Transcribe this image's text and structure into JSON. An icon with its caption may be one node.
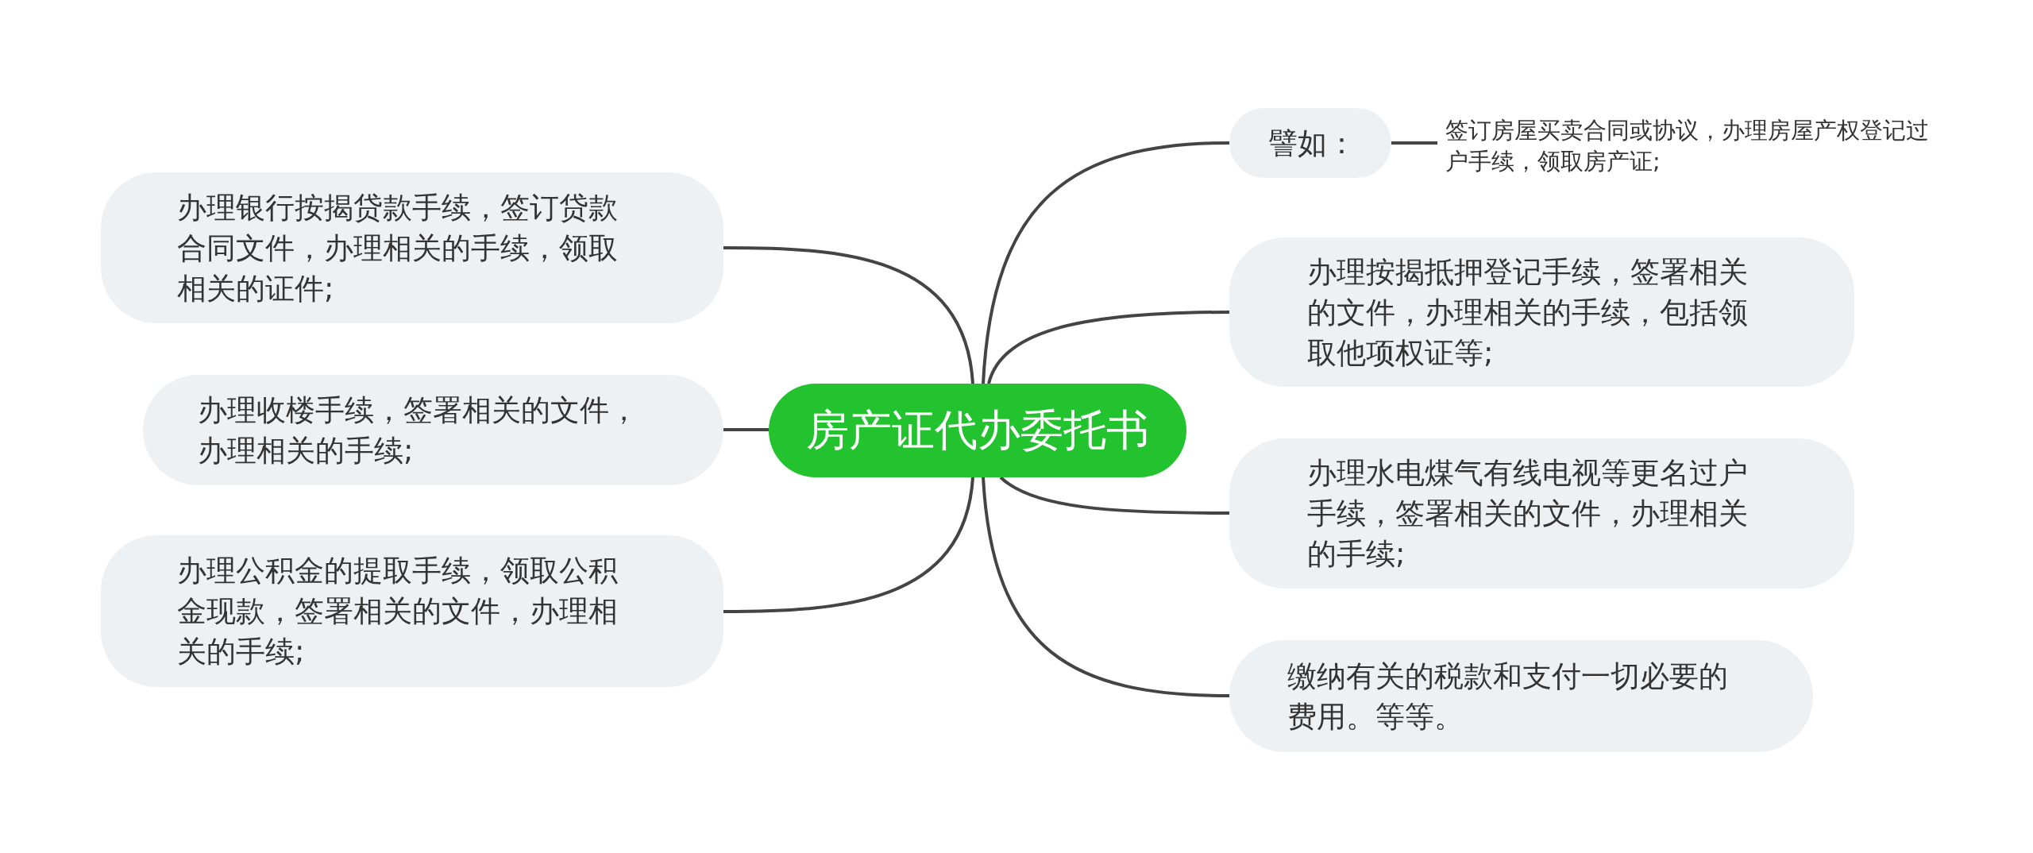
{
  "diagram": {
    "nodes": [
      {
        "text": [
          "房产证代办委托书"
        ]
      },
      {
        "text": [
          "办理银行按揭贷款手续，签订贷款合同文件，办理相关的手续，领取相关的证件;"
        ]
      },
      {
        "text": [
          "办理收楼手续，签署相关的文件，办理相关的手续;"
        ]
      },
      {
        "text": [
          "办理公积金的提取手续，领取公积金现款，签署相关的文件，办理相关的手续;"
        ]
      },
      {
        "text": [
          "譬如："
        ]
      },
      {
        "text": [
          "签订房屋买卖合同或协议，办理房屋产权登记过户手续，领取房产证;"
        ]
      },
      {
        "text": [
          "办理按揭抵押登记手续，签署相关的文件，办理相关的手续，包括领取他项权证等;"
        ]
      },
      {
        "text": [
          "办理水电煤气有线电视等更名过户手续，签署相关的文件，办理相关的手续;"
        ]
      },
      {
        "text": [
          "缴纳有关的税款和支付一切必要的费用。等等。"
        ]
      }
    ],
    "edges": [
      {
        "from": 0,
        "to": 1,
        "arrow": "none"
      },
      {
        "from": 0,
        "to": 2,
        "arrow": "none"
      },
      {
        "from": 0,
        "to": 3,
        "arrow": "none"
      },
      {
        "from": 0,
        "to": 4,
        "arrow": "none"
      },
      {
        "from": 4,
        "to": 5,
        "arrow": "none"
      },
      {
        "from": 0,
        "to": 6,
        "arrow": "none"
      },
      {
        "from": 0,
        "to": 7,
        "arrow": "none"
      },
      {
        "from": 0,
        "to": 8,
        "arrow": "none"
      }
    ]
  }
}
